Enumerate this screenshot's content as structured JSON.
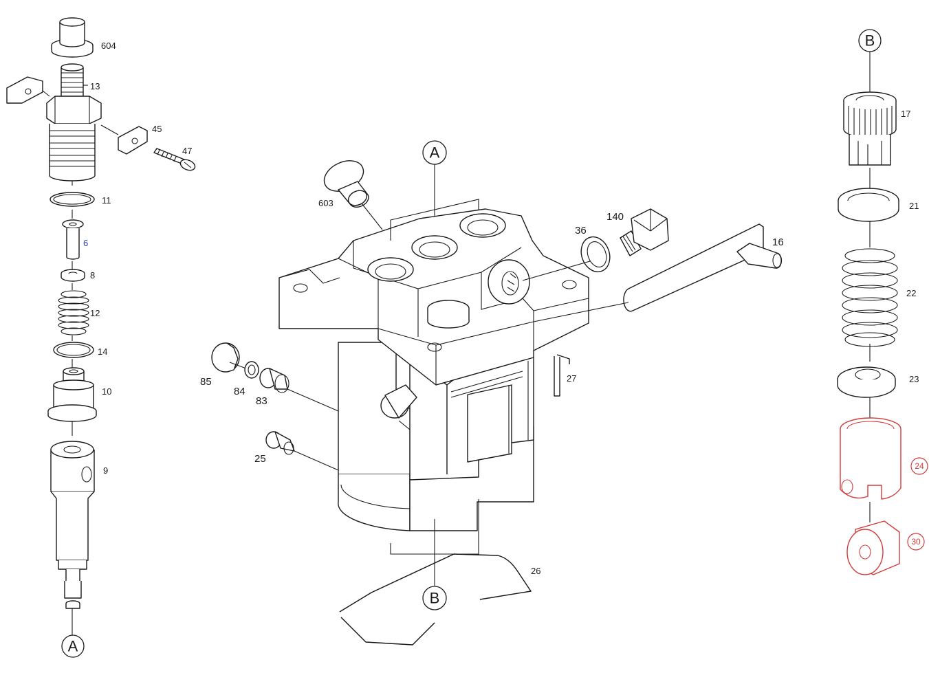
{
  "colors": {
    "line": "#1a1a1a",
    "highlight_red": "#d33a3a",
    "highlight_blue": "#2b3fa8",
    "background": "#ffffff"
  },
  "callouts": {
    "A": "A",
    "B": "B"
  },
  "parts": {
    "p604": "604",
    "p13": "13",
    "p45": "45",
    "p47": "47",
    "p11": "11",
    "p6": "6",
    "p8": "8",
    "p12": "12",
    "p14": "14",
    "p10": "10",
    "p9": "9",
    "p603": "603",
    "p36": "36",
    "p140": "140",
    "p16": "16",
    "p85": "85",
    "p84": "84",
    "p83": "83",
    "p27": "27",
    "p25": "25",
    "p26": "26",
    "p17": "17",
    "p21": "21",
    "p22": "22",
    "p23": "23",
    "p24": "24",
    "p30": "30"
  }
}
